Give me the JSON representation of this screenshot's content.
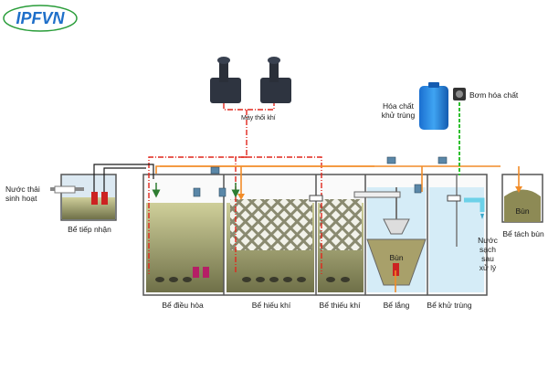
{
  "logo": {
    "text": "IPFVN",
    "color": "#1f6fc9"
  },
  "labels": {
    "blowers": "Máy thổi khí",
    "chemical_line1": "Hóa chất",
    "chemical_line2": "khử trùng",
    "dosing_pump": "Bơm hóa chất",
    "wastewater_line1": "Nước thải",
    "wastewater_line2": "sinh hoạt",
    "clean_water_line1": "Nước",
    "clean_water_line2": "sạch",
    "clean_water_line3": "sau",
    "clean_water_line4": "xử lý",
    "sludge_settling": "Bùn",
    "sludge_separation": "Bùn"
  },
  "tanks": {
    "receiving": "Bể tiếp nhận",
    "equalization": "Bể điều hòa",
    "aerobic": "Bể hiếu khí",
    "anoxic": "Bể thiếu khí",
    "settling": "Bể lắng",
    "disinfection": "Bể khử trùng",
    "sludge": "Bể tách bùn"
  },
  "colors": {
    "air_line": "#e0261c",
    "recirculation_line": "#f28c28",
    "chemical_line": "#2fbf2f",
    "water": "#d5ecf7",
    "sludge": "#a8a06a",
    "tank_outline": "#555555"
  }
}
